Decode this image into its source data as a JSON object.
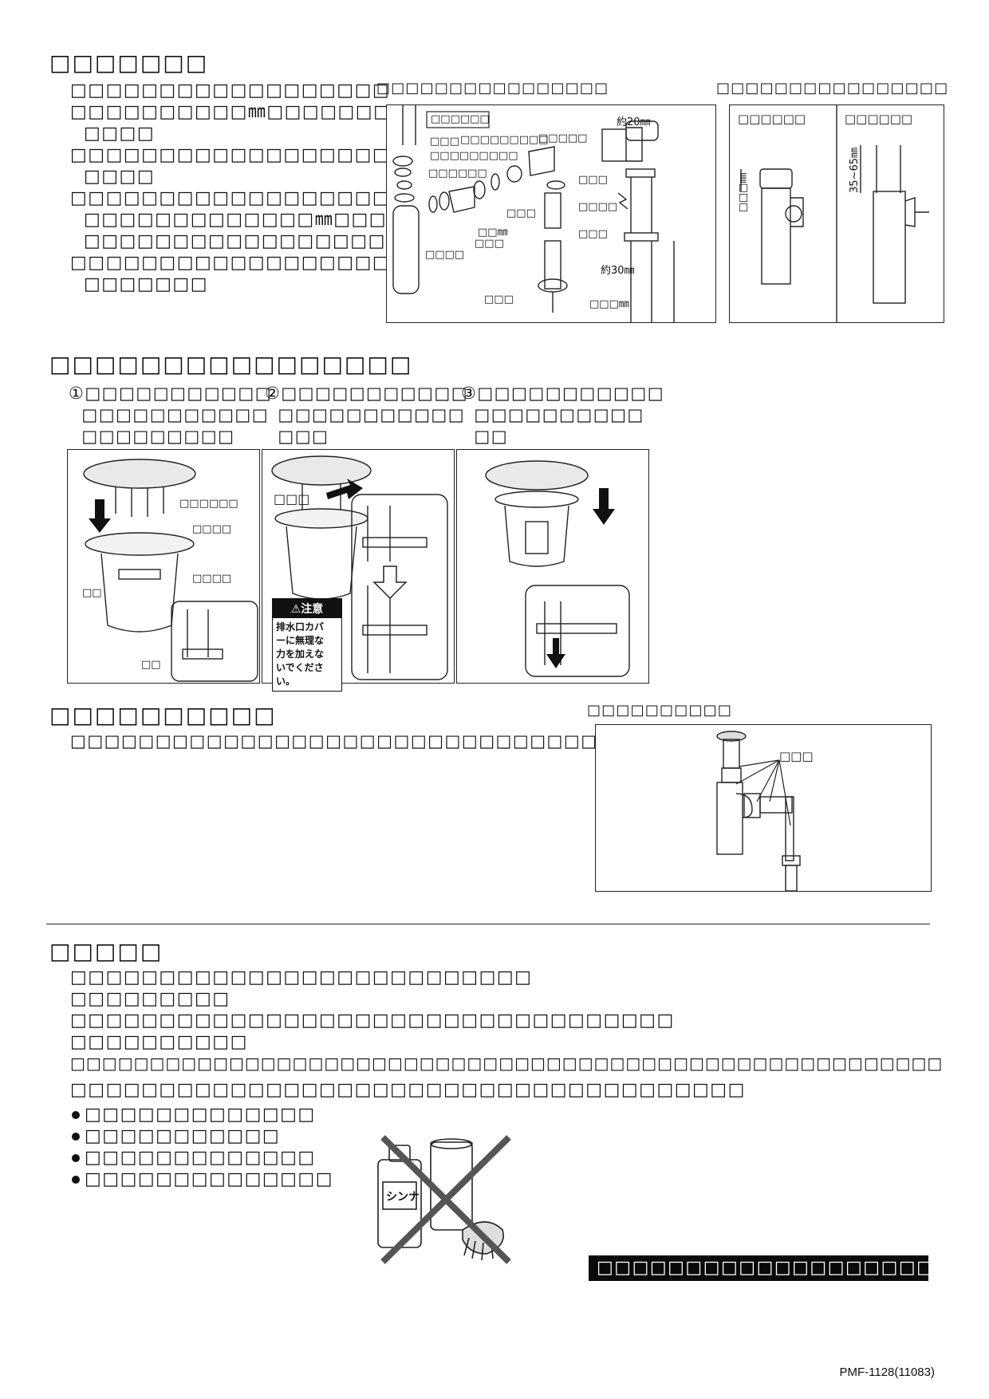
{
  "section1": {
    "title": "□□□□□□□",
    "paragraphs": [
      "□□□□□□□□□□□□□□□□□□",
      "□□□□□□□□□□㎜□□□□□□□□□□\n  □□□□",
      "□□□□□□□□□□□□□□□□□□□□□\n  □□□□",
      "□□□□□□□□□□□□□□□□□□□□□□㎜□\n  □□□□□□□□□□□□□㎜□□□□□\n  □□□□□□□□□□□□□□□□□□",
      "□□□□□□□□□□□□□□□□□□□□□□□\n  □□□□□□□"
    ],
    "diagram_title": "□□□□□□□□□□□□□□□□",
    "diagram_labels": {
      "top_box": "□□□□□□",
      "l1": "□□□",
      "l2": "□□□□□□□□□",
      "l3": "□□□□□□□□□",
      "l4": "□□□□□□",
      "l5": "□□□□□",
      "l6": "□□□",
      "l7": "□□㎜",
      "l8": "□□□",
      "l9": "□□□□",
      "l10": "□□□",
      "l11": "□□□",
      "l12": "□□□□",
      "l13": "□□□",
      "l14": "□□□□",
      "dim1": "約20㎜",
      "dim2": "約30㎜",
      "dim3": "□□□㎜"
    },
    "side_title": "□□□□□□□□□□□□□□□□",
    "side_left_title": "□□□□□□",
    "side_right_title": "□□□□□□",
    "side_left_dim": "□□□㎜",
    "side_right_dim": "35~65㎜"
  },
  "section2": {
    "title": "□□□□□□□□□□□□□□□□",
    "steps": [
      {
        "text": "①□□□□□□□□□□□\n  □□□□□□□□□□□\n  □□□□□□□□□"
      },
      {
        "text": "②□□□□□□□□□□□\n  □□□□□□□□□□□\n  □□□"
      },
      {
        "text": "③□□□□□□□□□□□\n  □□□□□□□□□□\n  □□"
      }
    ],
    "fig1_labels": [
      "□□□□□□",
      "□□□□",
      "□□□□",
      "□□",
      "□□"
    ],
    "fig2_label": "□□□",
    "caution_title": "⚠注意",
    "caution_text": [
      "排水口カバ",
      "ーに無理な",
      "力を加えな",
      "いでください。"
    ]
  },
  "section3": {
    "title": "□□□□□□□□□□",
    "text": "□□□□□□□□□□□□□□□□□□□□□□□□□□□□□□□□□□",
    "diagram_title": "□□□□□□□□□□",
    "diagram_label": "□□□"
  },
  "section4": {
    "title": "□□□□□",
    "lines": [
      "□□□□□□□□□□□□□□□□□□□□□□□□□□",
      "□□□□□□□□□",
      "□□□□□□□□□□□□□□□□□□□□□□□□□□□□□□□□□□",
      "□□□□□□□□□□",
      "□□□□□□□□□□□□□□□□□□□□□□□□□□□□□□□□□□□□□□□□□□□□□□□□□□□□□□□",
      "□□□□□□□□□□□□□□□□□□□□□□□□□□□□□□□□□□□□□□"
    ],
    "bullets": [
      "□□□□□□□□□□□□□",
      "□□□□□□□□□□□",
      "□□□□□□□□□□□□□",
      "□□□□□□□□□□□□□□"
    ],
    "bottle_label": "シンナ",
    "black_bar": "□□□□□□□□□□□□□□□□□□□□□□□□"
  },
  "footer": "PMF-1128(11083)"
}
